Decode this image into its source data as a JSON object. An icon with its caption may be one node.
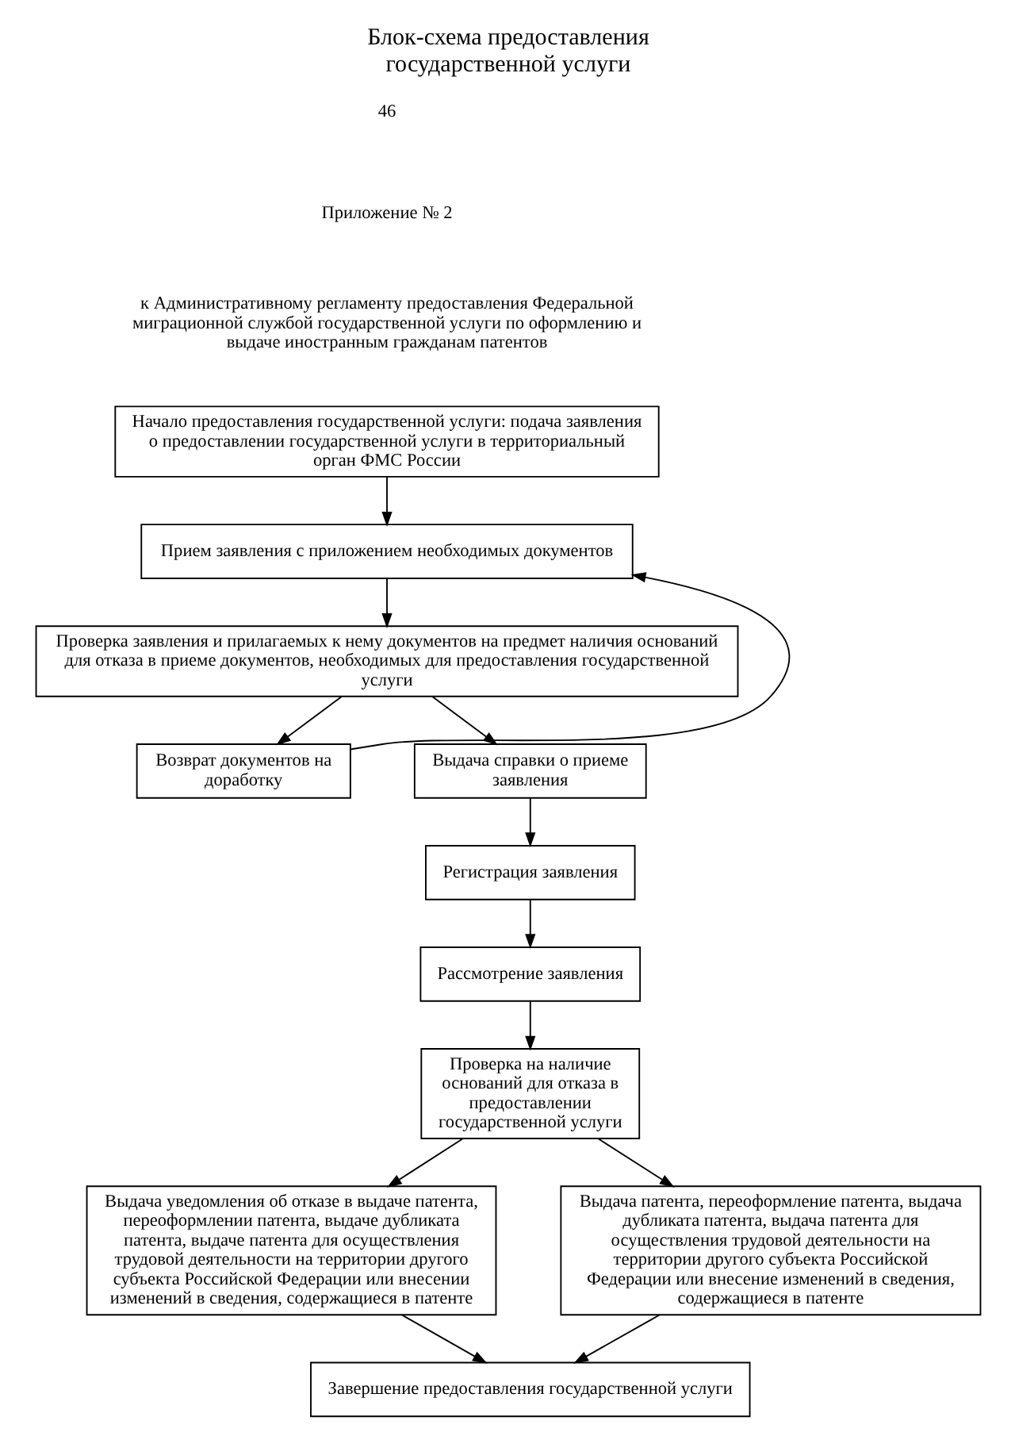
{
  "diagram": {
    "title": "Блок-схема предоставления государственной услуги",
    "nodes": [
      {
        "text": [
          "Начало предоставления государственной услуги: подача заявления о предоставлении государственной услуги в территориальный орган ФМС России"
        ]
      },
      {
        "text": [
          "Прием заявления с приложением необходимых документов"
        ]
      },
      {
        "text": [
          "Проверка заявления и прилагаемых к нему документов на предмет наличия оснований для отказа в приеме документов, необходимых для предоставления государственной услуги"
        ]
      },
      {
        "text": [
          "Возврат документов на доработку"
        ]
      },
      {
        "text": [
          "Выдача справки о приеме заявления"
        ]
      },
      {
        "text": [
          "Регистрация заявления"
        ]
      },
      {
        "text": [
          "Рассмотрение заявления"
        ]
      },
      {
        "text": [
          "Проверка на наличие оснований для отказа в предоставлении государственной услуги"
        ]
      },
      {
        "text": [
          "Выдача уведомления об отказе в выдаче патента, переоформлении патента, выдаче дубликата патента, выдаче патента для осуществления трудовой деятельности на территории другого субъекта Российской Федерации или внесении изменений в сведения, содержащиеся в патенте"
        ]
      },
      {
        "text": [
          "Выдача патента, переоформление патента, выдача дубликата патента, выдача патента для осуществления трудовой деятельности на территории другого субъекта Российской Федерации или внесение изменений в сведения, содержащиеся в патенте"
        ]
      },
      {
        "text": [
          "Завершение предоставления государственной услуги"
        ]
      }
    ],
    "edges": [
      {
        "from": 0,
        "to": 1,
        "arrow": "to"
      },
      {
        "from": 1,
        "to": 2,
        "arrow": "to"
      },
      {
        "from": 2,
        "to": 3,
        "arrow": "to"
      },
      {
        "from": 2,
        "to": 4,
        "arrow": "to"
      },
      {
        "from": 3,
        "to": 1,
        "arrow": "to"
      },
      {
        "from": 4,
        "to": 5,
        "arrow": "to"
      },
      {
        "from": 5,
        "to": 6,
        "arrow": "to"
      },
      {
        "from": 6,
        "to": 7,
        "arrow": "to"
      },
      {
        "from": 7,
        "to": 8,
        "arrow": "to"
      },
      {
        "from": 7,
        "to": 9,
        "arrow": "to"
      },
      {
        "from": 8,
        "to": 10,
        "arrow": "to"
      },
      {
        "from": 9,
        "to": 10,
        "arrow": "to"
      }
    ],
    "labels": [
      "46",
      "Приложение № 2",
      "к Административному регламенту предоставления Федеральной миграционной службой государственной услуги по оформлению и выдаче иностранным гражданам патентов"
    ]
  }
}
